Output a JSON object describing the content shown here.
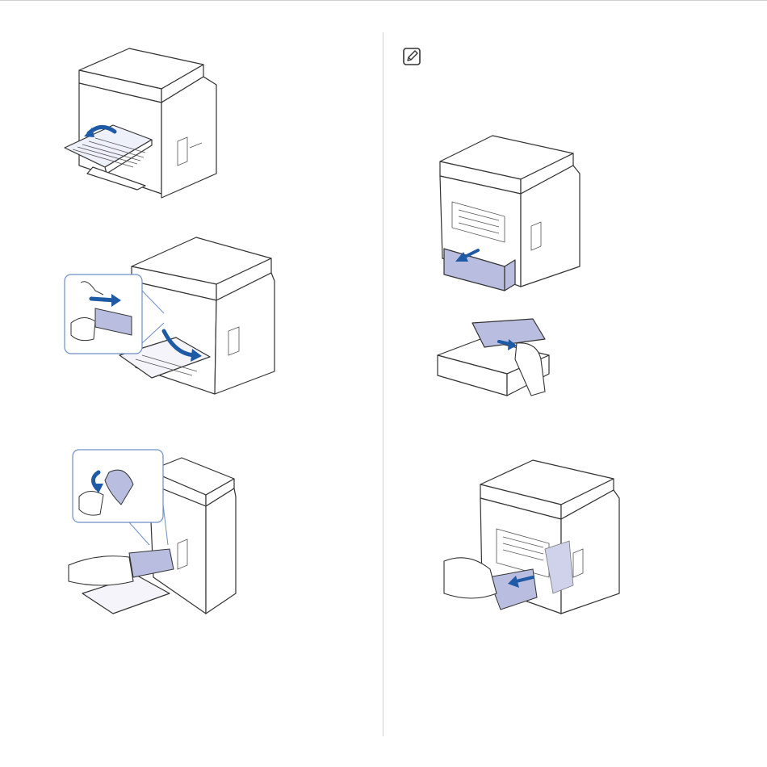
{
  "page": {
    "background": "#ffffff",
    "divider_color": "#d2d2d2",
    "accent_arrow_color": "#1f5aa6",
    "paper_color": "#b9bde0"
  },
  "left_column": {
    "figures": [
      {
        "name": "printer-rear-cover-open",
        "icon": "printer-illustration"
      },
      {
        "name": "remove-jam-from-fuser",
        "icon": "printer-illustration"
      },
      {
        "name": "pull-paper-from-duplex",
        "icon": "printer-illustration"
      }
    ]
  },
  "right_column": {
    "note_icon": "note-pencil-icon",
    "figures": [
      {
        "name": "printer-tray-pull-out",
        "icon": "printer-illustration"
      },
      {
        "name": "remove-paper-from-tray",
        "icon": "tray-illustration"
      },
      {
        "name": "pull-paper-from-tray-slot",
        "icon": "printer-illustration"
      }
    ]
  }
}
